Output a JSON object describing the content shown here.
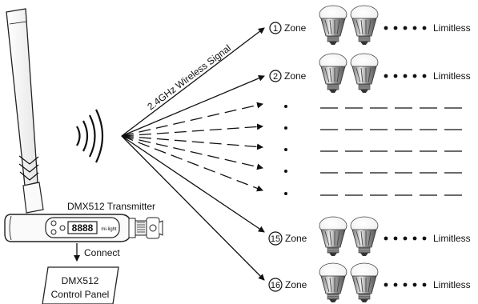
{
  "transmitter": {
    "title": "DMX512 Transmitter",
    "display": "8888",
    "brand": "mi-light"
  },
  "connect_label": "Connect",
  "control_panel": {
    "line1": "DMX512",
    "line2": "Control Panel"
  },
  "signal_label": "2.4GHz Wireless Signal",
  "zone_word": "Zone",
  "limitless_word": "Limitless",
  "zones": [
    {
      "number": "1"
    },
    {
      "number": "2"
    },
    {
      "number": "15"
    },
    {
      "number": "16"
    }
  ]
}
